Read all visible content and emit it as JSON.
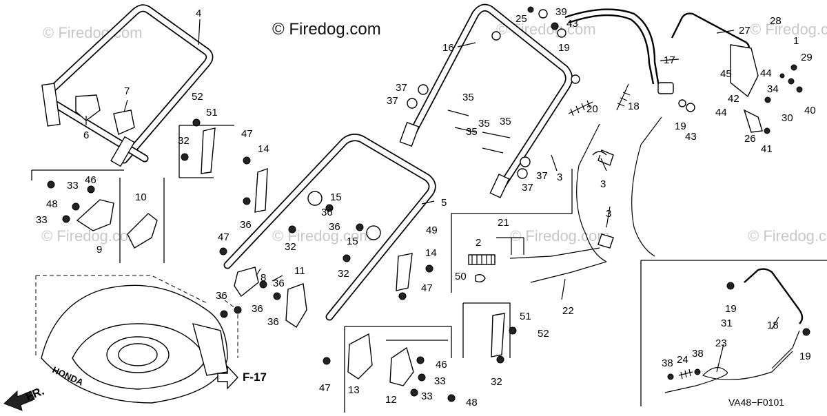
{
  "copyright": "© Firedog.com",
  "watermark": "© Firedog.com",
  "diagram_code": "VA48−F0101",
  "direction_label": "FR.",
  "ref_label": "F-17",
  "brand": "HONDA",
  "callouts": [
    "1",
    "2",
    "3",
    "3",
    "3",
    "4",
    "5",
    "6",
    "7",
    "8",
    "9",
    "10",
    "11",
    "12",
    "13",
    "14",
    "14",
    "15",
    "15",
    "16",
    "17",
    "18",
    "18",
    "19",
    "19",
    "19",
    "19",
    "20",
    "21",
    "22",
    "23",
    "24",
    "25",
    "26",
    "27",
    "28",
    "29",
    "30",
    "31",
    "32",
    "32",
    "32",
    "32",
    "33",
    "33",
    "33",
    "33",
    "34",
    "35",
    "35",
    "35",
    "35",
    "36",
    "36",
    "36",
    "36",
    "36",
    "36",
    "36",
    "37",
    "37",
    "37",
    "37",
    "38",
    "38",
    "39",
    "40",
    "41",
    "42",
    "43",
    "43",
    "44",
    "44",
    "45",
    "46",
    "46",
    "47",
    "47",
    "47",
    "47",
    "48",
    "48",
    "49",
    "50",
    "51",
    "51",
    "52",
    "52"
  ]
}
